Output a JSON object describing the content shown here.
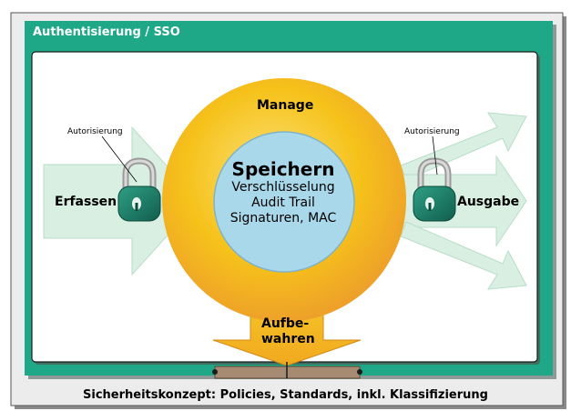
{
  "title": "Authentisierung / SSO",
  "footer": "Sicherheitskonzept: Policies, Standards, inkl. Klassifizierung",
  "manage_label": "Manage",
  "center": {
    "heading": "Speichern",
    "line1": "Verschlüsselung",
    "line2": "Audit Trail",
    "line3": "Signaturen, MAC"
  },
  "left": {
    "label": "Erfassen",
    "lock_caption": "Autorisierung"
  },
  "right": {
    "label": "Ausgabe",
    "lock_caption": "Autorisierung"
  },
  "bottom": {
    "line1": "Aufbe-",
    "line2": "wahren"
  },
  "colors": {
    "frame_green": "#1fa887",
    "ring_yellow": "#f6c21a",
    "ring_orange": "#eea12b",
    "core_blue": "#a8d8ea",
    "arrow_green": "#d8efe2",
    "lock_green": "#1e7e68",
    "bar_brown": "#a68a72"
  }
}
